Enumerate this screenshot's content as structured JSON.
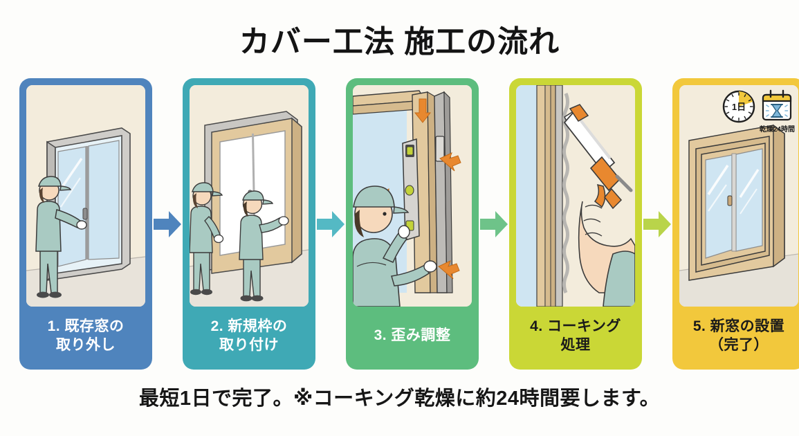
{
  "header": {
    "title": "カバー工法 施工の流れ"
  },
  "footer": {
    "note": "最短1日で完了。※コーキング乾燥に約24時間要します。"
  },
  "colors": {
    "page_background": "#fdfdfb",
    "illustration_background": "#f3ecdc",
    "step1": "#4f84bd",
    "step2": "#3fa9b5",
    "step3": "#5dbd7e",
    "step4": "#cad736",
    "step5": "#f2c83c",
    "arrow1": "#4f84bd",
    "arrow2": "#54b9c4",
    "arrow3": "#6ec389",
    "arrow4": "#b9d44a",
    "accent_orange": "#e8882f",
    "glass_blue": "#cfe5f2",
    "uniform_green": "#a9cac2"
  },
  "steps": [
    {
      "id": "step-1",
      "label": "1. 既存窓の\n取り外し",
      "label_line1": "1. 既存窓の",
      "label_line2": "取り外し",
      "panel_color": "#4f84bd",
      "text_color": "#ffffff",
      "illustration": "worker-removing-existing-window"
    },
    {
      "id": "step-2",
      "label": "2. 新規枠の\n取り付け",
      "label_line1": "2. 新規枠の",
      "label_line2": "取り付け",
      "panel_color": "#3fa9b5",
      "text_color": "#ffffff",
      "illustration": "two-workers-installing-new-frame"
    },
    {
      "id": "step-3",
      "label": "3. 歪み調整",
      "label_line1": "3. 歪み調整",
      "label_line2": "",
      "panel_color": "#5dbd7e",
      "text_color": "#ffffff",
      "illustration": "worker-leveling-frame-with-spirit-level"
    },
    {
      "id": "step-4",
      "label": "4. コーキング\n処理",
      "label_line1": "4. コーキング",
      "label_line2": "処理",
      "panel_color": "#cad736",
      "text_color": "#1a1a1a",
      "illustration": "hand-with-caulking-gun-sealing-frame"
    },
    {
      "id": "step-5",
      "label": "5. 新窓の設置\n（完了）",
      "label_line1": "5. 新窓の設置",
      "label_line2": "（完了）",
      "panel_color": "#f2c83c",
      "text_color": "#1a1a1a",
      "illustration": "completed-new-sliding-window"
    }
  ],
  "arrows": [
    {
      "id": "arrow-1-2",
      "color": "#4f84bd",
      "direction": "right"
    },
    {
      "id": "arrow-2-3",
      "color": "#54b9c4",
      "direction": "right"
    },
    {
      "id": "arrow-3-4",
      "color": "#6ec389",
      "direction": "right"
    },
    {
      "id": "arrow-4-5",
      "color": "#b9d44a",
      "direction": "right"
    }
  ],
  "badges": {
    "clock": {
      "value": "1日",
      "icon": "clock-icon"
    },
    "calendar": {
      "label": "乾燥24時間",
      "icon": "calendar-hourglass-icon"
    }
  }
}
